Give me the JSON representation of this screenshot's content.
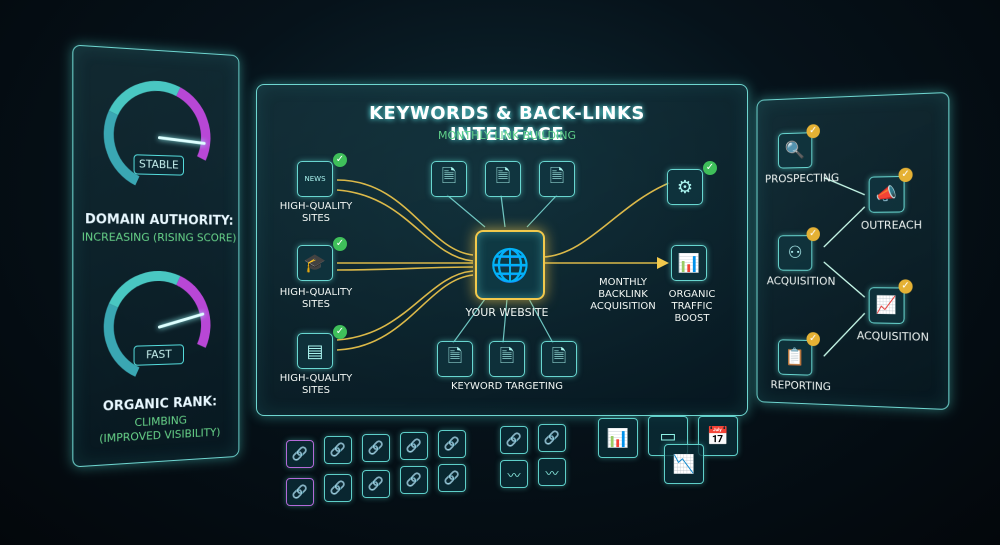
{
  "left": {
    "gauge1_badge": "STABLE",
    "gauge1_title": "DOMAIN AUTHORITY:",
    "gauge1_sub": "INCREASING (RISING SCORE)",
    "gauge2_badge": "FAST",
    "gauge2_title": "ORGANIC RANK:",
    "gauge2_sub1": "CLIMBING",
    "gauge2_sub2": "(IMPROVED VISIBILITY)"
  },
  "center": {
    "title": "KEYWORDS & BACK-LINKS INTERFACE",
    "subtitle": "MONTHLY LINK BUILDING",
    "sources": [
      {
        "label1": "HIGH-QUALITY",
        "label2": "SITES",
        "icon": "news-icon"
      },
      {
        "label1": "HIGH-QUALITY",
        "label2": "SITES",
        "icon": "graduation-cap-icon"
      },
      {
        "label1": "HIGH-QUALITY",
        "label2": "SITES",
        "icon": "webpage-icon"
      }
    ],
    "hub_label": "YOUR WEBSITE",
    "keyword_label": "KEYWORD TARGETING",
    "acquisition_label": [
      "MONTHLY",
      "BACKLINK",
      "ACQUISITION"
    ],
    "boost_label": [
      "ORGANIC",
      "TRAFFIC",
      "BOOST"
    ],
    "news_text": "NEWS"
  },
  "right": {
    "steps": [
      "PROSPECTING",
      "OUTREACH",
      "ACQUISITION",
      "ACQUISITION",
      "REPORTING"
    ]
  },
  "colors": {
    "accent": "#6fd6d0",
    "gold": "#f2c94c",
    "green": "#5fd08a",
    "purple": "#b847d6"
  }
}
